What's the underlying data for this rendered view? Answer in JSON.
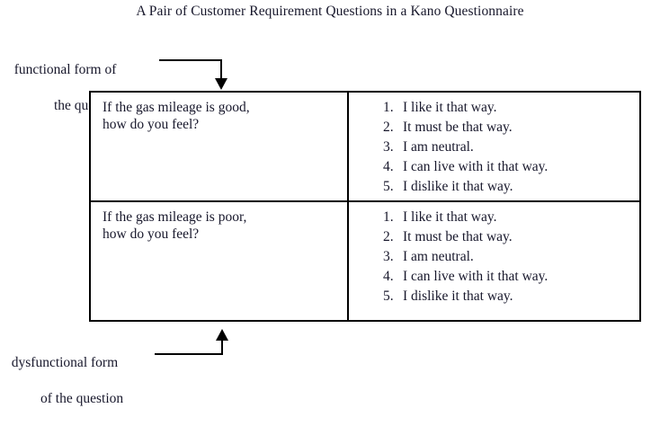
{
  "title": "A Pair of Customer Requirement Questions in a Kano Questionnaire",
  "annotations": {
    "functional": {
      "line1": "functional form of",
      "line2": "the question",
      "arrow": "down-arrow-icon"
    },
    "dysfunctional": {
      "line1": "dysfunctional form",
      "line2": "of the question",
      "arrow": "up-arrow-icon"
    }
  },
  "table": {
    "rows": [
      {
        "question": "If the gas mileage is good,\nhow do you feel?",
        "answers": [
          {
            "num": "1.",
            "text": "I like it that way."
          },
          {
            "num": "2.",
            "text": "It must be that way."
          },
          {
            "num": "3.",
            "text": "I am neutral."
          },
          {
            "num": "4.",
            "text": "I can live with it that way."
          },
          {
            "num": "5.",
            "text": "I dislike it that way."
          }
        ]
      },
      {
        "question": "If the gas mileage is poor,\nhow do you feel?",
        "answers": [
          {
            "num": "1.",
            "text": "I like it that way."
          },
          {
            "num": "2.",
            "text": "It must be that way."
          },
          {
            "num": "3.",
            "text": "I am neutral."
          },
          {
            "num": "4.",
            "text": "I can live with it that way."
          },
          {
            "num": "5.",
            "text": "I dislike it that way."
          }
        ]
      }
    ]
  },
  "colors": {
    "ink": "#17172b",
    "rule": "#000000",
    "background": "#ffffff"
  }
}
